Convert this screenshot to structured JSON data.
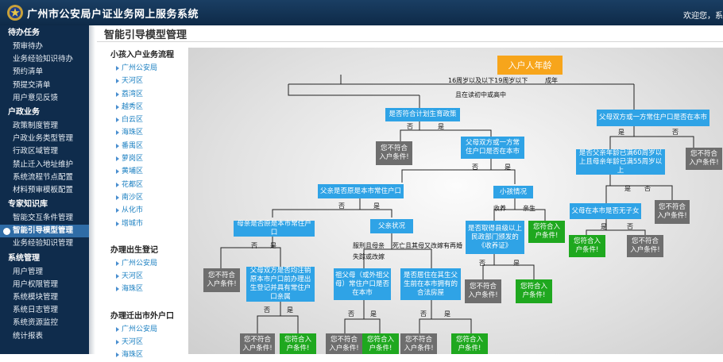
{
  "header": {
    "title": "广州市公安局户证业务网上服务系统",
    "welcome": "欢迎您，系"
  },
  "sidebar": {
    "sections": [
      {
        "title": "待办任务",
        "items": [
          "预审待办",
          "业务经验知识待办",
          "预约清单",
          "预提交清单",
          "用户意见反馈"
        ]
      },
      {
        "title": "户政业务",
        "items": [
          "政策制度管理",
          "户政业务类型管理",
          "行政区域管理",
          "禁止迁入地址维护",
          "系统流程节点配置",
          "材料预审模板配置"
        ]
      },
      {
        "title": "专家知识库",
        "items": [
          "智能交互条件管理",
          "智能引导模型管理",
          "业务经验知识管理"
        ]
      },
      {
        "title": "系统管理",
        "items": [
          "用户管理",
          "用户权限管理",
          "系统模块管理",
          "系统日志管理",
          "系统资源监控",
          "统计报表"
        ]
      }
    ],
    "active": "智能引导模型管理"
  },
  "page": {
    "title": "智能引导模型管理"
  },
  "tree": [
    {
      "title": "小孩入户业务流程",
      "items": [
        "广州公安局",
        "天河区",
        "荔湾区",
        "越秀区",
        "白云区",
        "海珠区",
        "番禺区",
        "萝岗区",
        "黄埔区",
        "花都区",
        "南沙区",
        "从化市",
        "增城市"
      ]
    },
    {
      "title": "办理出生登记",
      "items": [
        "广州公安局",
        "天河区",
        "海珠区"
      ]
    },
    {
      "title": "办理迁出市外户口",
      "items": [
        "广州公安局",
        "天河区",
        "海珠区"
      ]
    }
  ],
  "flow": {
    "nodes": {
      "root": "入户人年龄",
      "q_plan": "是否符合计划生育政策",
      "q_parents_adult": "父母双方或一方常住户口是否在本市",
      "f1": "您不符合入户条件!",
      "q_parents": "父母双方或一方常住户口是否在本市",
      "f_adult": "您不符合入户条件!",
      "q_father_age": "是否父亲年龄已满60周岁以上且母亲年龄已满55周岁以上",
      "q_father_reg": "父亲是否原是本市常住户口",
      "q_child": "小孩情况",
      "q_no_son": "父母在本市是否无子女",
      "f_age": "您不符合入户条件!",
      "q_mother_reg": "母亲是否原是本市常住户口",
      "q_parent_status": "父亲状况",
      "q_adopt": "是否取得县级以上民政部门颁发的《收养证》",
      "ok_bio": "您符合入户条件!",
      "ok_noson": "您符合入户条件!",
      "f_noson": "您不符合入户条件!",
      "f_mother": "您不符合入户条件!",
      "q_mother_local": "父母双方是否均注销原本市户口前办理出生登记并具有常住户口亲属",
      "q_grand": "祖父母（或外祖父母）常住户口是否在本市",
      "q_house": "是否居住在其生父生前在本市拥有的合法房屋",
      "f_adopt": "您不符合入户条件!",
      "ok_adopt": "您符合入户条件!",
      "f_b1": "您不符合入户条件!",
      "ok_b1": "您符合入户条件!",
      "f_b2": "您不符合入户条件!",
      "ok_b2": "您符合入户条件!",
      "f_b3": "您不符合入户条件!",
      "ok_b3": "您符合入户条件!"
    },
    "labels": {
      "age_minor": "16周岁以及以下19周岁以下",
      "age_adult": "成年",
      "in_school": "且在读初中或高中",
      "no": "否",
      "yes": "是",
      "adopted": "收养",
      "biological": "亲生",
      "jail": "服刑且母亲",
      "lost": "失踪或改嫁",
      "dead": "死亡且其母又改嫁有再婚"
    }
  }
}
